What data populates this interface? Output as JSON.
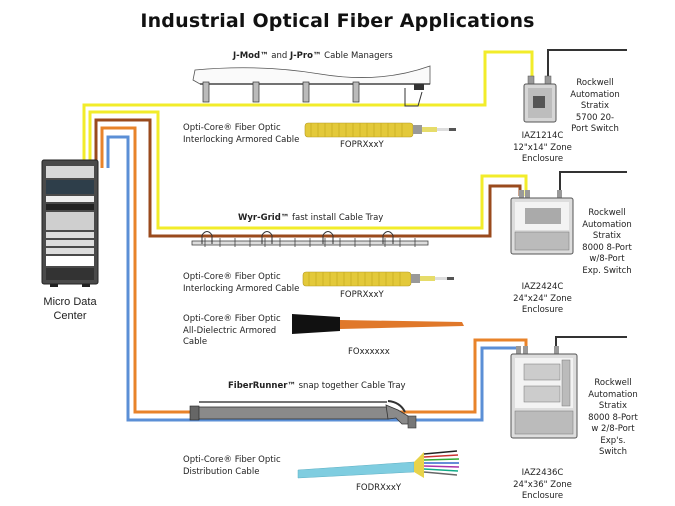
{
  "title": "Industrial Optical Fiber Applications",
  "colors": {
    "yellow_cable": "#f2ec2a",
    "brown_cable": "#9a4a1c",
    "orange_cable": "#e8832a",
    "blue_cable": "#5b8fd6",
    "black_cable": "#333333",
    "armored_yellow": "#e3c93a",
    "distribution_blue": "#7fcde0"
  },
  "micro_data_center": {
    "label_line1": "Micro Data",
    "label_line2": "Center"
  },
  "trays": {
    "jmod": {
      "brand1": "J-Mod™",
      "and": " and ",
      "brand2": "J-Pro™",
      "suffix": " Cable Managers"
    },
    "wyrgrid": {
      "brand": "Wyr-Grid™",
      "suffix": " fast install Cable Tray"
    },
    "fiberrunner": {
      "brand": "FiberRunner™",
      "suffix": " snap together Cable Tray"
    }
  },
  "cables": [
    {
      "name_line1": "Opti-Core® Fiber Optic",
      "name_line2": "Interlocking Armored Cable",
      "name_line3": "",
      "part": "FOPRXxxY"
    },
    {
      "name_line1": "Opti-Core® Fiber Optic",
      "name_line2": "Interlocking Armored Cable",
      "name_line3": "",
      "part": "FOPRXxxY"
    },
    {
      "name_line1": "Opti-Core® Fiber Optic",
      "name_line2": "All-Dielectric Armored",
      "name_line3": "Cable",
      "part": "FOxxxxxx"
    },
    {
      "name_line1": "Opti-Core® Fiber Optic",
      "name_line2": "Distribution Cable",
      "name_line3": "",
      "part": "FODRXxxY"
    }
  ],
  "enclosures": [
    {
      "part": "IAZ1214C",
      "size": "12\"x14\" Zone Enclosure",
      "switch": [
        "Rockwell",
        "Automation",
        "Stratix",
        "5700 20-",
        "Port Switch"
      ]
    },
    {
      "part": "IAZ2424C",
      "size": "24\"x24\" Zone Enclosure",
      "switch": [
        "Rockwell",
        "Automation",
        "Stratix",
        "8000 8-Port",
        "w/8-Port",
        "Exp. Switch"
      ]
    },
    {
      "part": "IAZ2436C",
      "size": "24\"x36\" Zone Enclosure",
      "switch": [
        "Rockwell",
        "Automation",
        "Stratix",
        "8000 8-Port",
        "w 2/8-Port",
        "Exp's.",
        "Switch"
      ]
    }
  ]
}
